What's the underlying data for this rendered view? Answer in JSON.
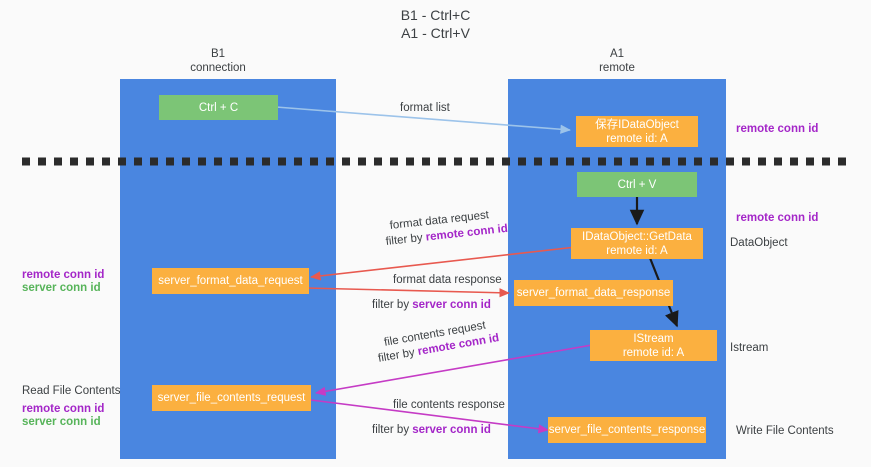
{
  "title": {
    "line1": "B1 - Ctrl+C",
    "line2": "A1 - Ctrl+V"
  },
  "lanes": [
    {
      "name": "B1",
      "sub": "connection"
    },
    {
      "name": "A1",
      "sub": "remote"
    }
  ],
  "boxes": {
    "ctrl_c": "Ctrl + C",
    "save_dataobject": "保存IDataObject\nremote id: A",
    "ctrl_v": "Ctrl + V",
    "getdata": "IDataObject::GetData\nremote id: A",
    "server_format_data_request": "server_format_data_request",
    "server_format_data_response": "server_format_data_response",
    "istream": "IStream\nremote id: A",
    "server_file_contents_request": "server_file_contents_request",
    "server_file_contents_response": "server_file_contents_response"
  },
  "edges": [
    {
      "id": "format-list",
      "label": "format list"
    },
    {
      "id": "format-data-request",
      "label": "format data request",
      "filter_prefix": "filter by ",
      "filter_key": "remote conn id"
    },
    {
      "id": "format-data-response",
      "label": "format data response",
      "filter_prefix": "filter by ",
      "filter_key": "server conn id"
    },
    {
      "id": "file-contents-request",
      "label": "file contents request",
      "filter_prefix": "filter by ",
      "filter_key": "remote conn id"
    },
    {
      "id": "file-contents-response",
      "label": "file contents response",
      "filter_prefix": "filter by ",
      "filter_key": "server conn id"
    }
  ],
  "annotations": {
    "remote_conn_id_top": "remote conn id",
    "remote_conn_id_mid": "remote conn id",
    "dataobject": "DataObject",
    "istream": "Istream",
    "write_file_contents": "Write File Contents",
    "read_file_contents": "Read File Contents",
    "left_mid_remote": "remote conn id",
    "left_mid_server": "server conn id",
    "left_bot_remote": "remote conn id",
    "left_bot_server": "server conn id"
  },
  "colors": {
    "lane": "#4a86e0",
    "green_box": "#7cc576",
    "orange_box": "#fbb040",
    "purple_text": "#a426c8",
    "green_text": "#57b45a",
    "red_arrow": "#e8594f",
    "magenta_arrow": "#c53bc5",
    "light_blue_arrow": "#9cc3ea",
    "black_arrow": "#1a1a1a",
    "background": "#fafafa"
  }
}
